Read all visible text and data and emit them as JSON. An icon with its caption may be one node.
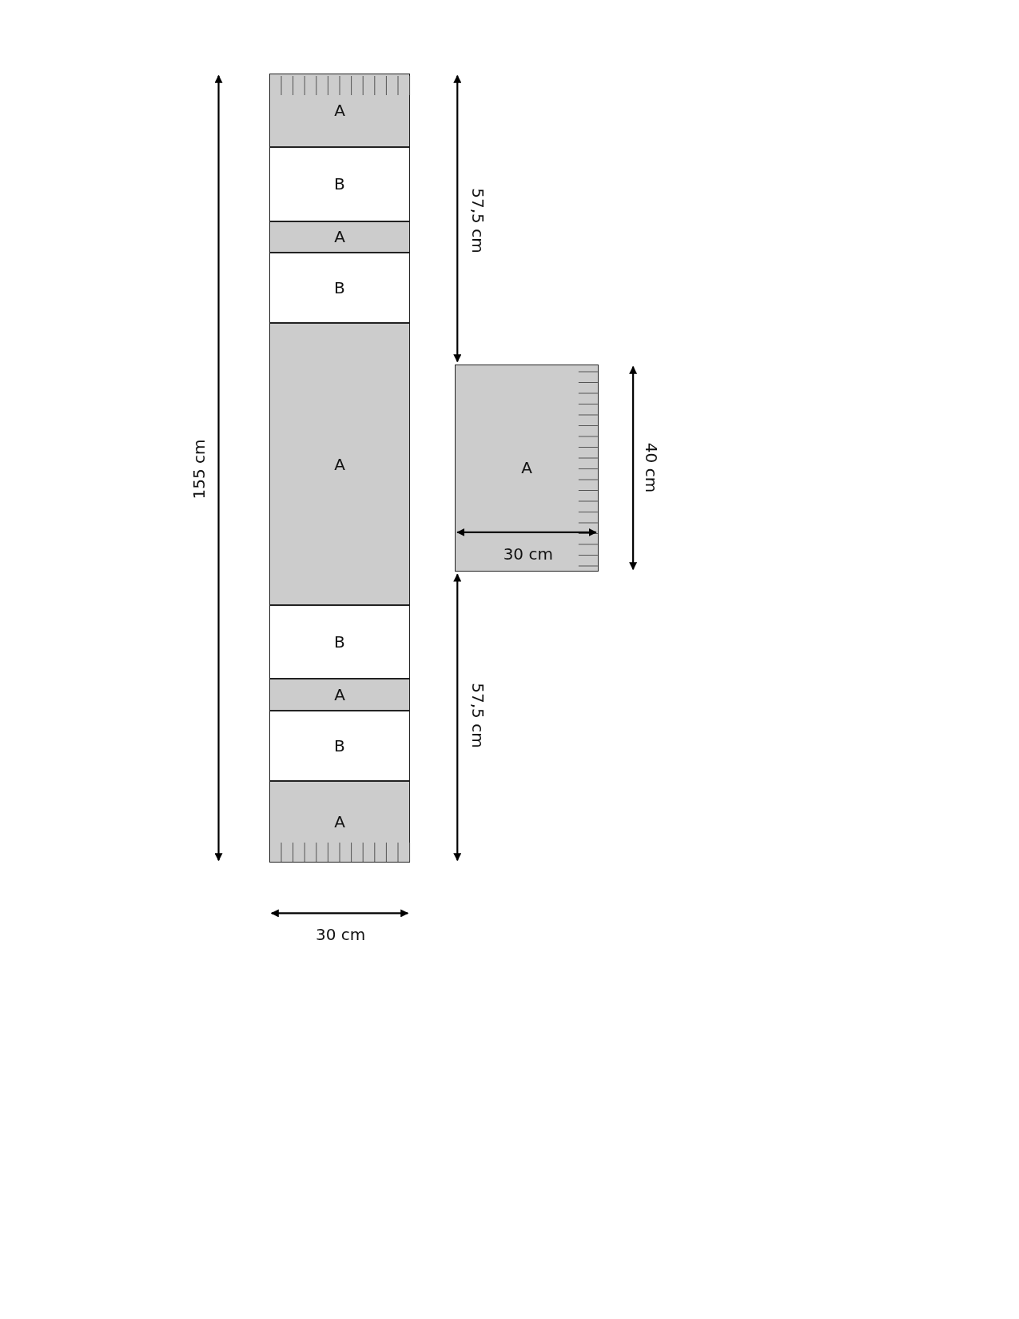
{
  "diagram": {
    "nodes": [
      {
        "text": [
          "A"
        ]
      },
      {
        "text": [
          "B"
        ]
      },
      {
        "text": [
          "A"
        ]
      },
      {
        "text": [
          "B"
        ]
      },
      {
        "text": [
          "A"
        ]
      },
      {
        "text": [
          "B"
        ]
      },
      {
        "text": [
          "A"
        ]
      },
      {
        "text": [
          "B"
        ]
      },
      {
        "text": [
          "A"
        ]
      },
      {
        "text": [
          "A"
        ]
      }
    ],
    "labels": [
      "155 cm",
      "57,5 cm",
      "40 cm",
      "30 cm",
      "57,5 cm",
      "30 cm"
    ]
  }
}
